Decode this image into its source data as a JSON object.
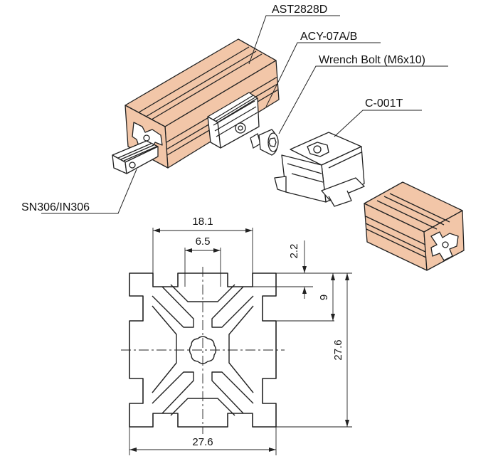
{
  "callouts": {
    "profile": "AST2828D",
    "connector": "ACY-07A/B",
    "bolt": "Wrench Bolt (M6x10)",
    "bracket": "C-001T",
    "nut": "SN306/IN306"
  },
  "dimensions": {
    "slot_outer": "18.1",
    "slot_inner": "6.5",
    "lip": "2.2",
    "depth": "9",
    "height": "27.6",
    "width": "27.6"
  },
  "colors": {
    "profile_fill": "#f2c6a8",
    "part_fill": "#ffffff",
    "line": "#222222"
  }
}
